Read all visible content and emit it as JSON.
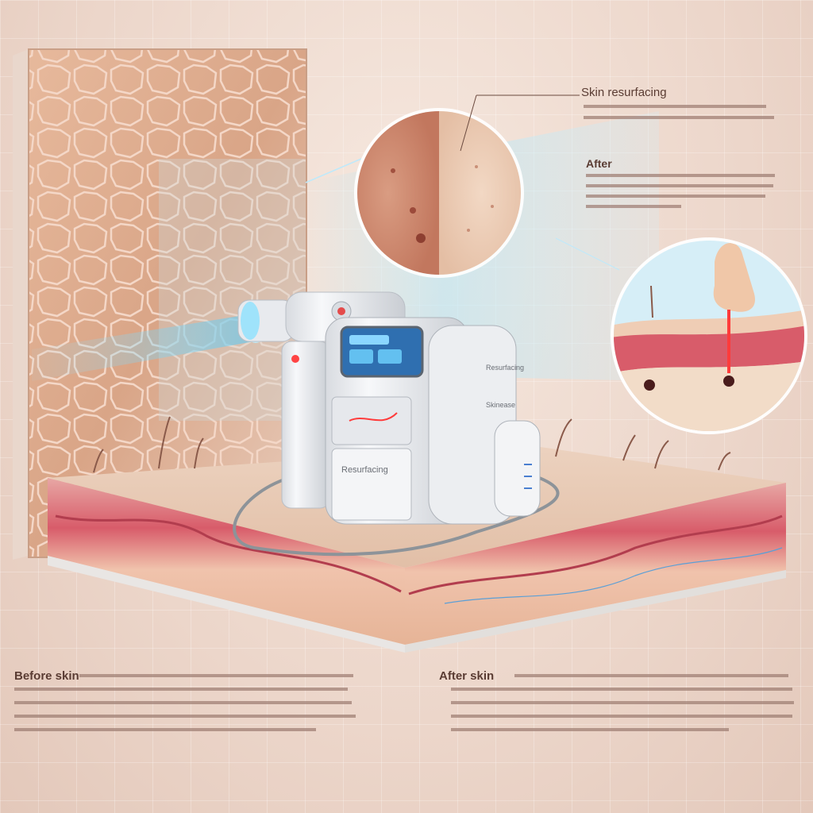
{
  "labels": {
    "skin_resurfacing": "Skin resurfacing",
    "after": "After",
    "before_skin": "Before skin",
    "after_skin": "After skin"
  },
  "device": {
    "front_label": "Resurfacing",
    "side_label": "Skinease",
    "brand_label": "Resurfacing"
  },
  "colors": {
    "skin_light": "#e9c3ac",
    "skin_dark": "#c88a6c",
    "dermis_red": "#d85c6a",
    "laser_blue": "#5fc9f2",
    "laser_red": "#ff3b3b",
    "device_white": "#f2f3f5"
  },
  "icons": [
    "laser-beam-icon",
    "nose-icon",
    "hair-follicle-icon"
  ]
}
